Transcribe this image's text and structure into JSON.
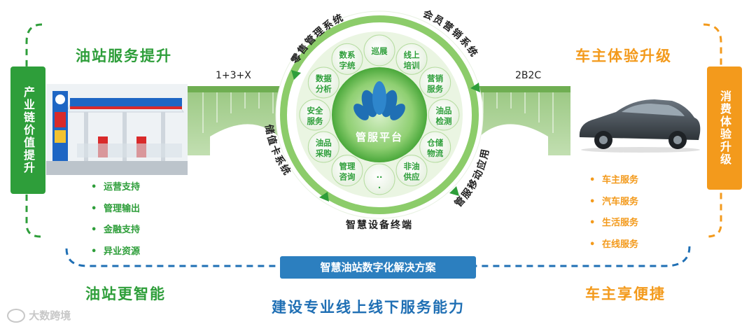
{
  "left": {
    "vertical_label": "产业链价值提升",
    "title": "油站服务提升",
    "connector": "1+3+X",
    "list": [
      "运营支持",
      "管理输出",
      "金融支持",
      "异业资源"
    ],
    "bottom_title": "油站更智能",
    "list_bullet": "•"
  },
  "right": {
    "vertical_label": "消费体验升级",
    "title": "车主体验升级",
    "connector": "2B2C",
    "list": [
      "车主服务",
      "汽车服务",
      "生活服务",
      "在线服务"
    ],
    "bottom_title": "车主享便捷",
    "list_bullet": "•"
  },
  "hub": {
    "center": "管服平台",
    "ring_labels": {
      "top_left": "零售管理系统",
      "top_right": "会员营销系统",
      "right": "管服移动应用",
      "bottom": "智慧设备终端",
      "left": "储值卡系统"
    },
    "nodes": [
      "巡展",
      "线上培训",
      "营销服务",
      "油品检测",
      "仓储物流",
      "非油供应",
      "...",
      "管理咨询",
      "油品采购",
      "安全服务",
      "数据分析",
      "数系字统"
    ]
  },
  "banner": "智慧油站数字化解决方案",
  "bottom_center": "建设专业线上线下服务能力",
  "watermark": "大数跨境",
  "colors": {
    "green": "#2e9e3a",
    "orange": "#f39a1c",
    "blue": "#1f6fb4",
    "banner": "#2c7fbf"
  }
}
